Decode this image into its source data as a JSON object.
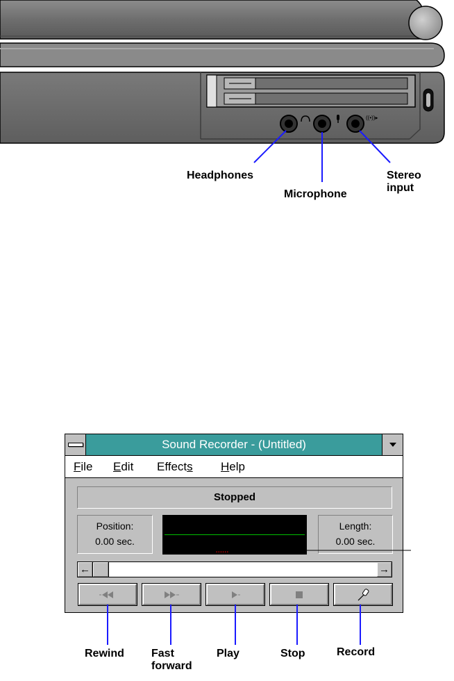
{
  "laptop_callouts": {
    "headphones": "Headphones",
    "microphone": "Microphone",
    "stereo_input": "Stereo\ninput"
  },
  "window": {
    "title": "Sound Recorder - (Untitled)",
    "menu": {
      "file": "ile",
      "file_key": "F",
      "edit": "dit",
      "edit_key": "E",
      "effects_pre": "Effect",
      "effects_key": "s",
      "help": "elp",
      "help_key": "H"
    },
    "status": "Stopped",
    "position_label": "Position:",
    "position_value": "0.00 sec.",
    "length_label": "Length:",
    "length_value": "0.00 sec.",
    "scroll_left": "←",
    "scroll_right": "→"
  },
  "button_callouts": {
    "rewind": "Rewind",
    "fast_forward": "Fast\nforward",
    "play": "Play",
    "stop": "Stop",
    "record": "Record"
  },
  "colors": {
    "titlebar": "#3a9c9c",
    "callout_line": "#1a1aff",
    "wave_line": "#00c000"
  }
}
